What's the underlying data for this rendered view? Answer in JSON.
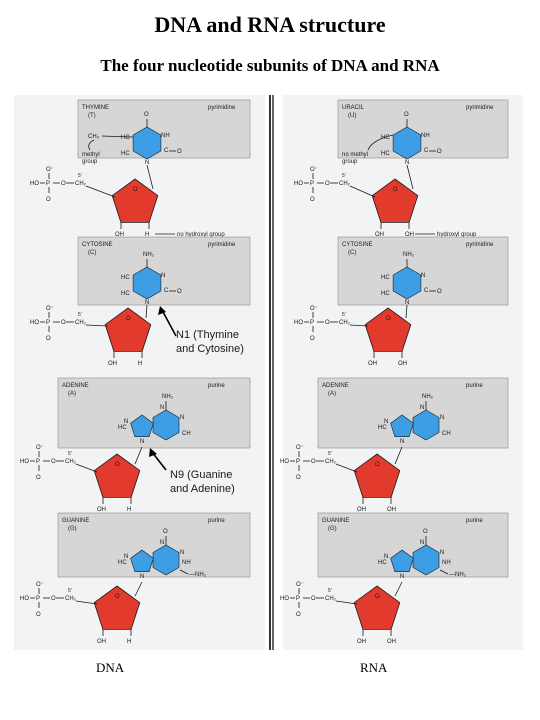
{
  "title": "DNA and RNA structure",
  "subtitle": "The four nucleotide subunits of DNA and RNA",
  "columns": {
    "left": "DNA",
    "right": "RNA"
  },
  "colors": {
    "page": "#ffffff",
    "panel": "#f1f3f4",
    "box": "#d6d6d6",
    "base": "#3d9ee6",
    "sugar": "#e23b2e",
    "ink": "#1a1a1a"
  },
  "icons": [
    "phosphate-group",
    "ribose-sugar",
    "nucleobase-ring",
    "arrow"
  ],
  "annotations": {
    "n1": [
      "N1 (Thymine",
      "and Cytosine)"
    ],
    "n9": [
      "N9 (Guanine",
      "and Adenine)"
    ]
  },
  "common": {
    "pyrimidine": "pyrimidine",
    "purine": "purine",
    "oh": "OH",
    "h": "H",
    "o": "O",
    "ominus": "O⁻",
    "p": "P",
    "ho": "HO",
    "ch2": "CH₂",
    "c5": "5'",
    "no_hydroxyl": "no hydroxyl group",
    "hydroxyl": "hydroxyl group",
    "methyl_group": [
      "methyl",
      "group"
    ],
    "no_methyl_group": [
      "no methyl",
      "group"
    ],
    "ch3": "CH₃"
  },
  "panels": {
    "dna": [
      {
        "name": "THYMINE",
        "abbr": "(T)",
        "class": "pyrimidine"
      },
      {
        "name": "CYTOSINE",
        "abbr": "(C)",
        "class": "pyrimidine"
      },
      {
        "name": "ADENINE",
        "abbr": "(A)",
        "class": "purine",
        "group": "NH₂"
      },
      {
        "name": "GUANINE",
        "abbr": "(G)",
        "class": "purine",
        "group": "NH₂"
      }
    ],
    "rna": [
      {
        "name": "URACIL",
        "abbr": "(U)",
        "class": "pyrimidine"
      },
      {
        "name": "CYTOSINE",
        "abbr": "(C)",
        "class": "pyrimidine"
      },
      {
        "name": "ADENINE",
        "abbr": "(A)",
        "class": "purine",
        "group": "NH₂"
      },
      {
        "name": "GUANINE",
        "abbr": "(G)",
        "class": "purine",
        "group": "NH₂"
      }
    ]
  }
}
